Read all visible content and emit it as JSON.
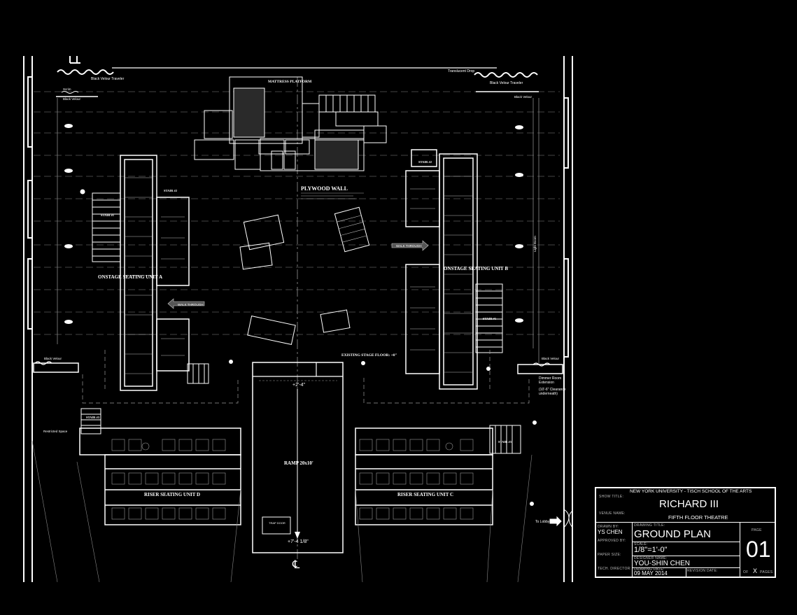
{
  "plan": {
    "top_labels": {
      "black_velour_traveler_left": "Black Velour Traveler",
      "black_velour_traveler_right": "Black Velour Traveler",
      "translucent_drop": "Translucent Drop",
      "scrim": "Scrim",
      "black_velour_top_left": "Black Velour",
      "black_velour_top_right": "Black Velour",
      "black_velour_side_left": "Black Velour",
      "black_velour_side_right": "Black Velour",
      "light_boom": "Light Boom",
      "dimmer_room": "Dimmer Room",
      "dimmer_extension": "Extension",
      "dimmer_clearance": "(10'-6\" Clearance",
      "dimmer_underneath": "underneath)",
      "restricted_space": "Restricted Space",
      "to_lobby": "To Lobby"
    },
    "mattress_platform": "MATTRESS PLATFORM",
    "plywood_wall": "PLYWOOD WALL",
    "existing_stage_floor": "EXISTING STAGE FLOOR: +0\"",
    "walk_through": "WALK THROUGH",
    "onstage_seating_a": "ONSTAGE SEATING UNIT A",
    "onstage_seating_b": "ONSTAGE SEATING UNIT B",
    "riser_seating_c": "RISER SEATING UNIT C",
    "riser_seating_d": "RISER SEATING UNIT D",
    "stair_1": "STAIR #1",
    "stair_2": "STAIR #2",
    "stair_3": "STAIR #3",
    "ramp": "RAMP 20x10'",
    "ramp_top": "+2'-4\"",
    "ramp_bottom": "+7'-4 1/8\"",
    "trap_door": "TRAP DOOR",
    "centerline": "℄"
  },
  "title_block": {
    "show_title_label": "SHOW TITLE:",
    "school": "NEW YORK UNIVERSITY  -  TISCH SCHOOL OF THE ARTS",
    "show_title": "RICHARD III",
    "venue_label": "VENUE NAME:",
    "venue": "FIFTH FLOOR THEATRE",
    "drawn_by_label": "DRAWN BY:",
    "drawn_by": "YS CHEN",
    "approved_by_label": "APPROVED BY:",
    "paper_size_label": "PAPER SIZE:",
    "tech_director_label": "TECH. DIRECTOR:",
    "drawing_title_label": "DRAWING TITLE:",
    "drawing_title": "GROUND PLAN",
    "scale_label": "SCALE:",
    "scale": "1/8\"=1'-0\"",
    "designer_label": "DESIGNER NAME:",
    "designer": "YOU-SHIN CHEN",
    "drawing_date_label": "DRAWING DATE:",
    "drawing_date": "09 MAY 2014",
    "revision_label": "REVISION DATE:",
    "page_label": "PAGE",
    "page_number": "01",
    "of_label": "OF",
    "total_pages": "X",
    "pages_label": "PAGES"
  }
}
